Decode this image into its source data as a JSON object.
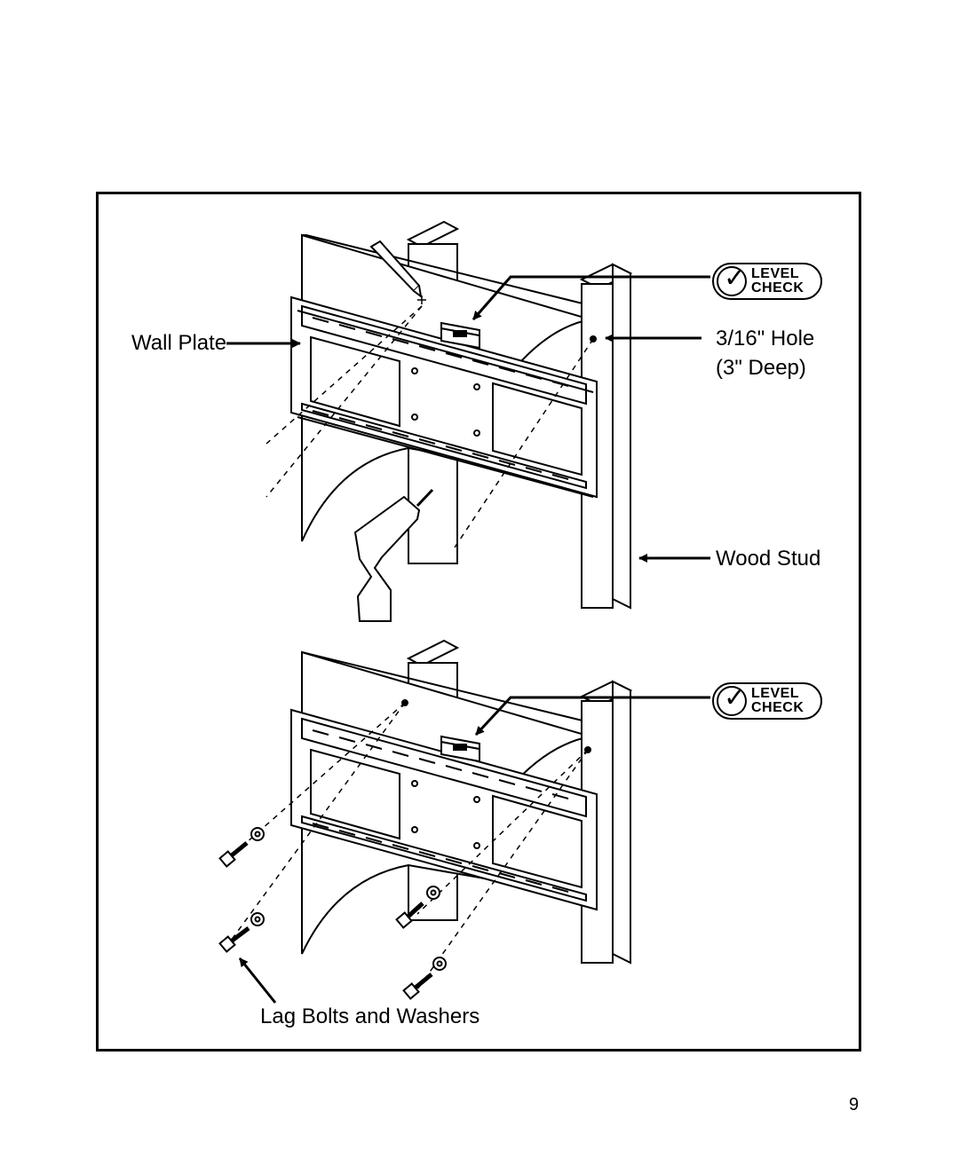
{
  "labels": {
    "wall_plate": "Wall Plate",
    "hole_line1": "3/16\" Hole",
    "hole_line2": "(3\" Deep)",
    "wood_stud": "Wood Stud",
    "lag_bolts": "Lag Bolts and Washers"
  },
  "badges": [
    {
      "line1": "LEVEL",
      "line2": "CHECK",
      "icon": "check-icon"
    },
    {
      "line1": "LEVEL",
      "line2": "CHECK",
      "icon": "check-icon"
    }
  ],
  "page_number": "9"
}
